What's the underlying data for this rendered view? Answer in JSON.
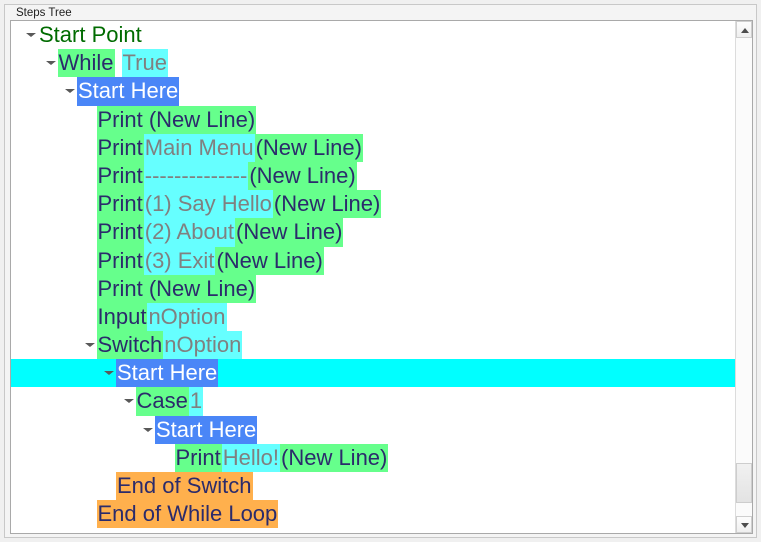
{
  "window": {
    "group_caption": "Steps Tree"
  },
  "scrollbar": {
    "up_icon": "scroll-up-arrow-icon",
    "down_icon": "scroll-down-arrow-icon",
    "thumb_name": "vertical-scroll-thumb"
  },
  "tree": {
    "rows": [
      {
        "indent": 0,
        "expander": true,
        "selected": false,
        "tokens": [
          {
            "text": "Start Point",
            "style": "plain"
          }
        ]
      },
      {
        "indent": 1,
        "expander": true,
        "selected": false,
        "tokens": [
          {
            "text": "While",
            "style": "kw"
          },
          {
            "text": " ",
            "style": "gap"
          },
          {
            "text": "True",
            "style": "param"
          }
        ]
      },
      {
        "indent": 2,
        "expander": true,
        "selected": false,
        "tokens": [
          {
            "text": "Start Here",
            "style": "sel"
          }
        ]
      },
      {
        "indent": 3,
        "expander": false,
        "selected": false,
        "tokens": [
          {
            "text": "Print (New Line)",
            "style": "kw"
          }
        ]
      },
      {
        "indent": 3,
        "expander": false,
        "selected": false,
        "tokens": [
          {
            "text": "Print ",
            "style": "kw"
          },
          {
            "text": "Main Menu",
            "style": "param"
          },
          {
            "text": " (New Line)",
            "style": "kw"
          }
        ]
      },
      {
        "indent": 3,
        "expander": false,
        "selected": false,
        "tokens": [
          {
            "text": "Print ",
            "style": "kw"
          },
          {
            "text": "--------------",
            "style": "param"
          },
          {
            "text": " (New Line)",
            "style": "kw"
          }
        ]
      },
      {
        "indent": 3,
        "expander": false,
        "selected": false,
        "tokens": [
          {
            "text": "Print ",
            "style": "kw"
          },
          {
            "text": "(1) Say Hello",
            "style": "param"
          },
          {
            "text": " (New Line)",
            "style": "kw"
          }
        ]
      },
      {
        "indent": 3,
        "expander": false,
        "selected": false,
        "tokens": [
          {
            "text": "Print ",
            "style": "kw"
          },
          {
            "text": "(2) About",
            "style": "param"
          },
          {
            "text": " (New Line)",
            "style": "kw"
          }
        ]
      },
      {
        "indent": 3,
        "expander": false,
        "selected": false,
        "tokens": [
          {
            "text": "Print ",
            "style": "kw"
          },
          {
            "text": "(3) Exit",
            "style": "param"
          },
          {
            "text": " (New Line)",
            "style": "kw"
          }
        ]
      },
      {
        "indent": 3,
        "expander": false,
        "selected": false,
        "tokens": [
          {
            "text": "Print (New Line)",
            "style": "kw"
          }
        ]
      },
      {
        "indent": 3,
        "expander": false,
        "selected": false,
        "tokens": [
          {
            "text": "Input ",
            "style": "kw"
          },
          {
            "text": "nOption",
            "style": "param"
          }
        ]
      },
      {
        "indent": 3,
        "expander": true,
        "selected": false,
        "tokens": [
          {
            "text": "Switch ",
            "style": "kw"
          },
          {
            "text": "nOption",
            "style": "param"
          }
        ]
      },
      {
        "indent": 4,
        "expander": true,
        "selected": true,
        "tokens": [
          {
            "text": "Start Here",
            "style": "sel"
          }
        ]
      },
      {
        "indent": 5,
        "expander": true,
        "selected": false,
        "tokens": [
          {
            "text": "Case ",
            "style": "kw"
          },
          {
            "text": "1",
            "style": "param"
          }
        ]
      },
      {
        "indent": 6,
        "expander": true,
        "selected": false,
        "tokens": [
          {
            "text": "Start Here",
            "style": "sel"
          }
        ]
      },
      {
        "indent": 7,
        "expander": false,
        "selected": false,
        "tokens": [
          {
            "text": "Print ",
            "style": "kw"
          },
          {
            "text": "Hello!",
            "style": "param"
          },
          {
            "text": " (New Line)",
            "style": "kw"
          }
        ]
      },
      {
        "indent": 4,
        "expander": false,
        "selected": false,
        "tokens": [
          {
            "text": "End of Switch",
            "style": "endkw"
          }
        ]
      },
      {
        "indent": 3,
        "expander": false,
        "selected": false,
        "tokens": [
          {
            "text": "End of While Loop",
            "style": "endkw"
          }
        ]
      }
    ]
  }
}
